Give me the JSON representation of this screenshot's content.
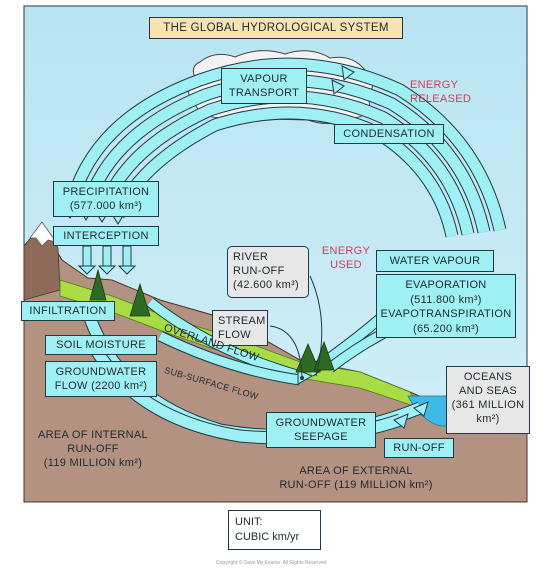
{
  "title": "THE GLOBAL HYDROLOGICAL SYSTEM",
  "labels": {
    "vapour_transport": "VAPOUR\nTRANSPORT",
    "energy_released": "ENERGY\nRELEASED",
    "condensation": "CONDENSATION",
    "precipitation": "PRECIPITATION\n(577.000 km³)",
    "interception": "INTERCEPTION",
    "river_runoff": "RIVER\nRUN-OFF\n(42.600 km³)",
    "energy_used": "ENERGY\nUSED",
    "water_vapour": "WATER VAPOUR",
    "evaporation": "EVAPORATION\n(511.800 km³)\nEVAPOTRANSPIRATION\n(65.200 km³)",
    "infiltration": "INFILTRATION",
    "stream_flow": "STREAM\nFLOW",
    "soil_moisture": "SOIL MOISTURE",
    "overland_flow": "OVERLAND FLOW",
    "groundwater_flow": "GROUNDWATER\nFLOW (2200 km²)",
    "subsurface_flow": "SUB-SURFACE FLOW",
    "oceans_seas": "OCEANS\nAND SEAS\n(361 MILLION\nkm²)",
    "groundwater_seepage": "GROUNDWATER\nSEEPAGE",
    "run_off": "RUN-OFF",
    "internal_runoff": "AREA OF INTERNAL\nRUN-OFF\n(119 MILLION km²)",
    "external_runoff": "AREA OF EXTERNAL\nRUN-OFF (119 MILLION km²)"
  },
  "unit": {
    "heading": "UNIT:",
    "value": "CUBIC km/yr"
  },
  "copyright": "Copyright © Save My Exams. All Rights Reserved",
  "colors": {
    "sky": "#c5eaf4",
    "ground": "#b39281",
    "arrow": "#9ff0f4",
    "grass": "#a9dc45",
    "sea": "#3fb9e6"
  }
}
